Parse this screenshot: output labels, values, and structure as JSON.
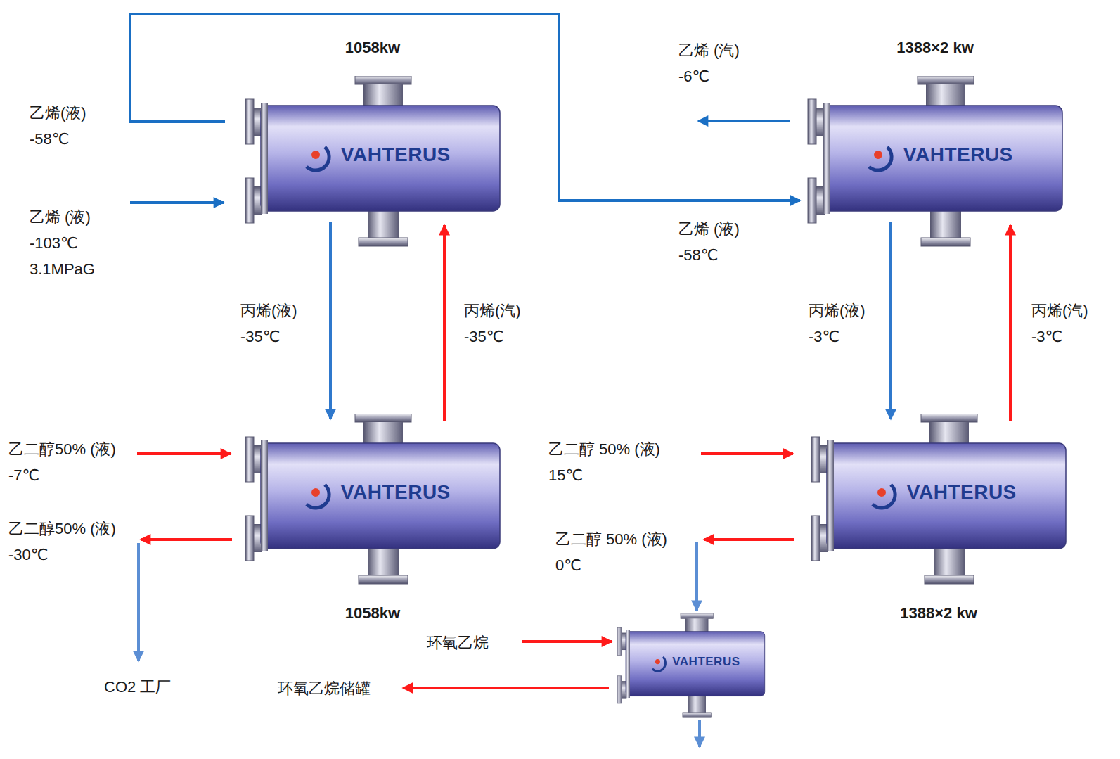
{
  "diagram": {
    "nodes": [
      {
        "text": [
          "1058kw",
          "VAHTERUS"
        ]
      },
      {
        "text": [
          "1388×2 kw",
          "VAHTERUS"
        ]
      },
      {
        "text": [
          "VAHTERUS",
          "1058kw"
        ]
      },
      {
        "text": [
          "VAHTERUS",
          "1388×2 kw"
        ]
      },
      {
        "text": [
          "VAHTERUS"
        ]
      }
    ],
    "edges": [
      {
        "from": 0,
        "to": 2,
        "arrow": "to",
        "label": "丙烯(液) -35℃"
      },
      {
        "from": 2,
        "to": 0,
        "arrow": "to",
        "label": "丙烯(汽) -35℃"
      },
      {
        "from": 1,
        "to": 3,
        "arrow": "to",
        "label": "丙烯(液) -3℃"
      },
      {
        "from": 3,
        "to": 1,
        "arrow": "to",
        "label": "丙烯(汽) -3℃"
      },
      {
        "from": 0,
        "to": 1,
        "arrow": "to",
        "label": "乙烯 (液) -58℃"
      },
      {
        "from": 3,
        "to": 4,
        "arrow": "to",
        "label": "乙二醇 50% (液) 0℃"
      }
    ],
    "labels": [
      "乙烯(液) -58℃",
      "乙烯 (液) -103℃ 3.1MPaG",
      "乙烯 (汽) -6℃",
      "乙二醇50% (液) -7℃",
      "乙二醇50% (液) -30℃",
      "乙二醇 50% (液) 15℃",
      "CO2 工厂",
      "环氧乙烷",
      "环氧乙烷储罐"
    ]
  }
}
